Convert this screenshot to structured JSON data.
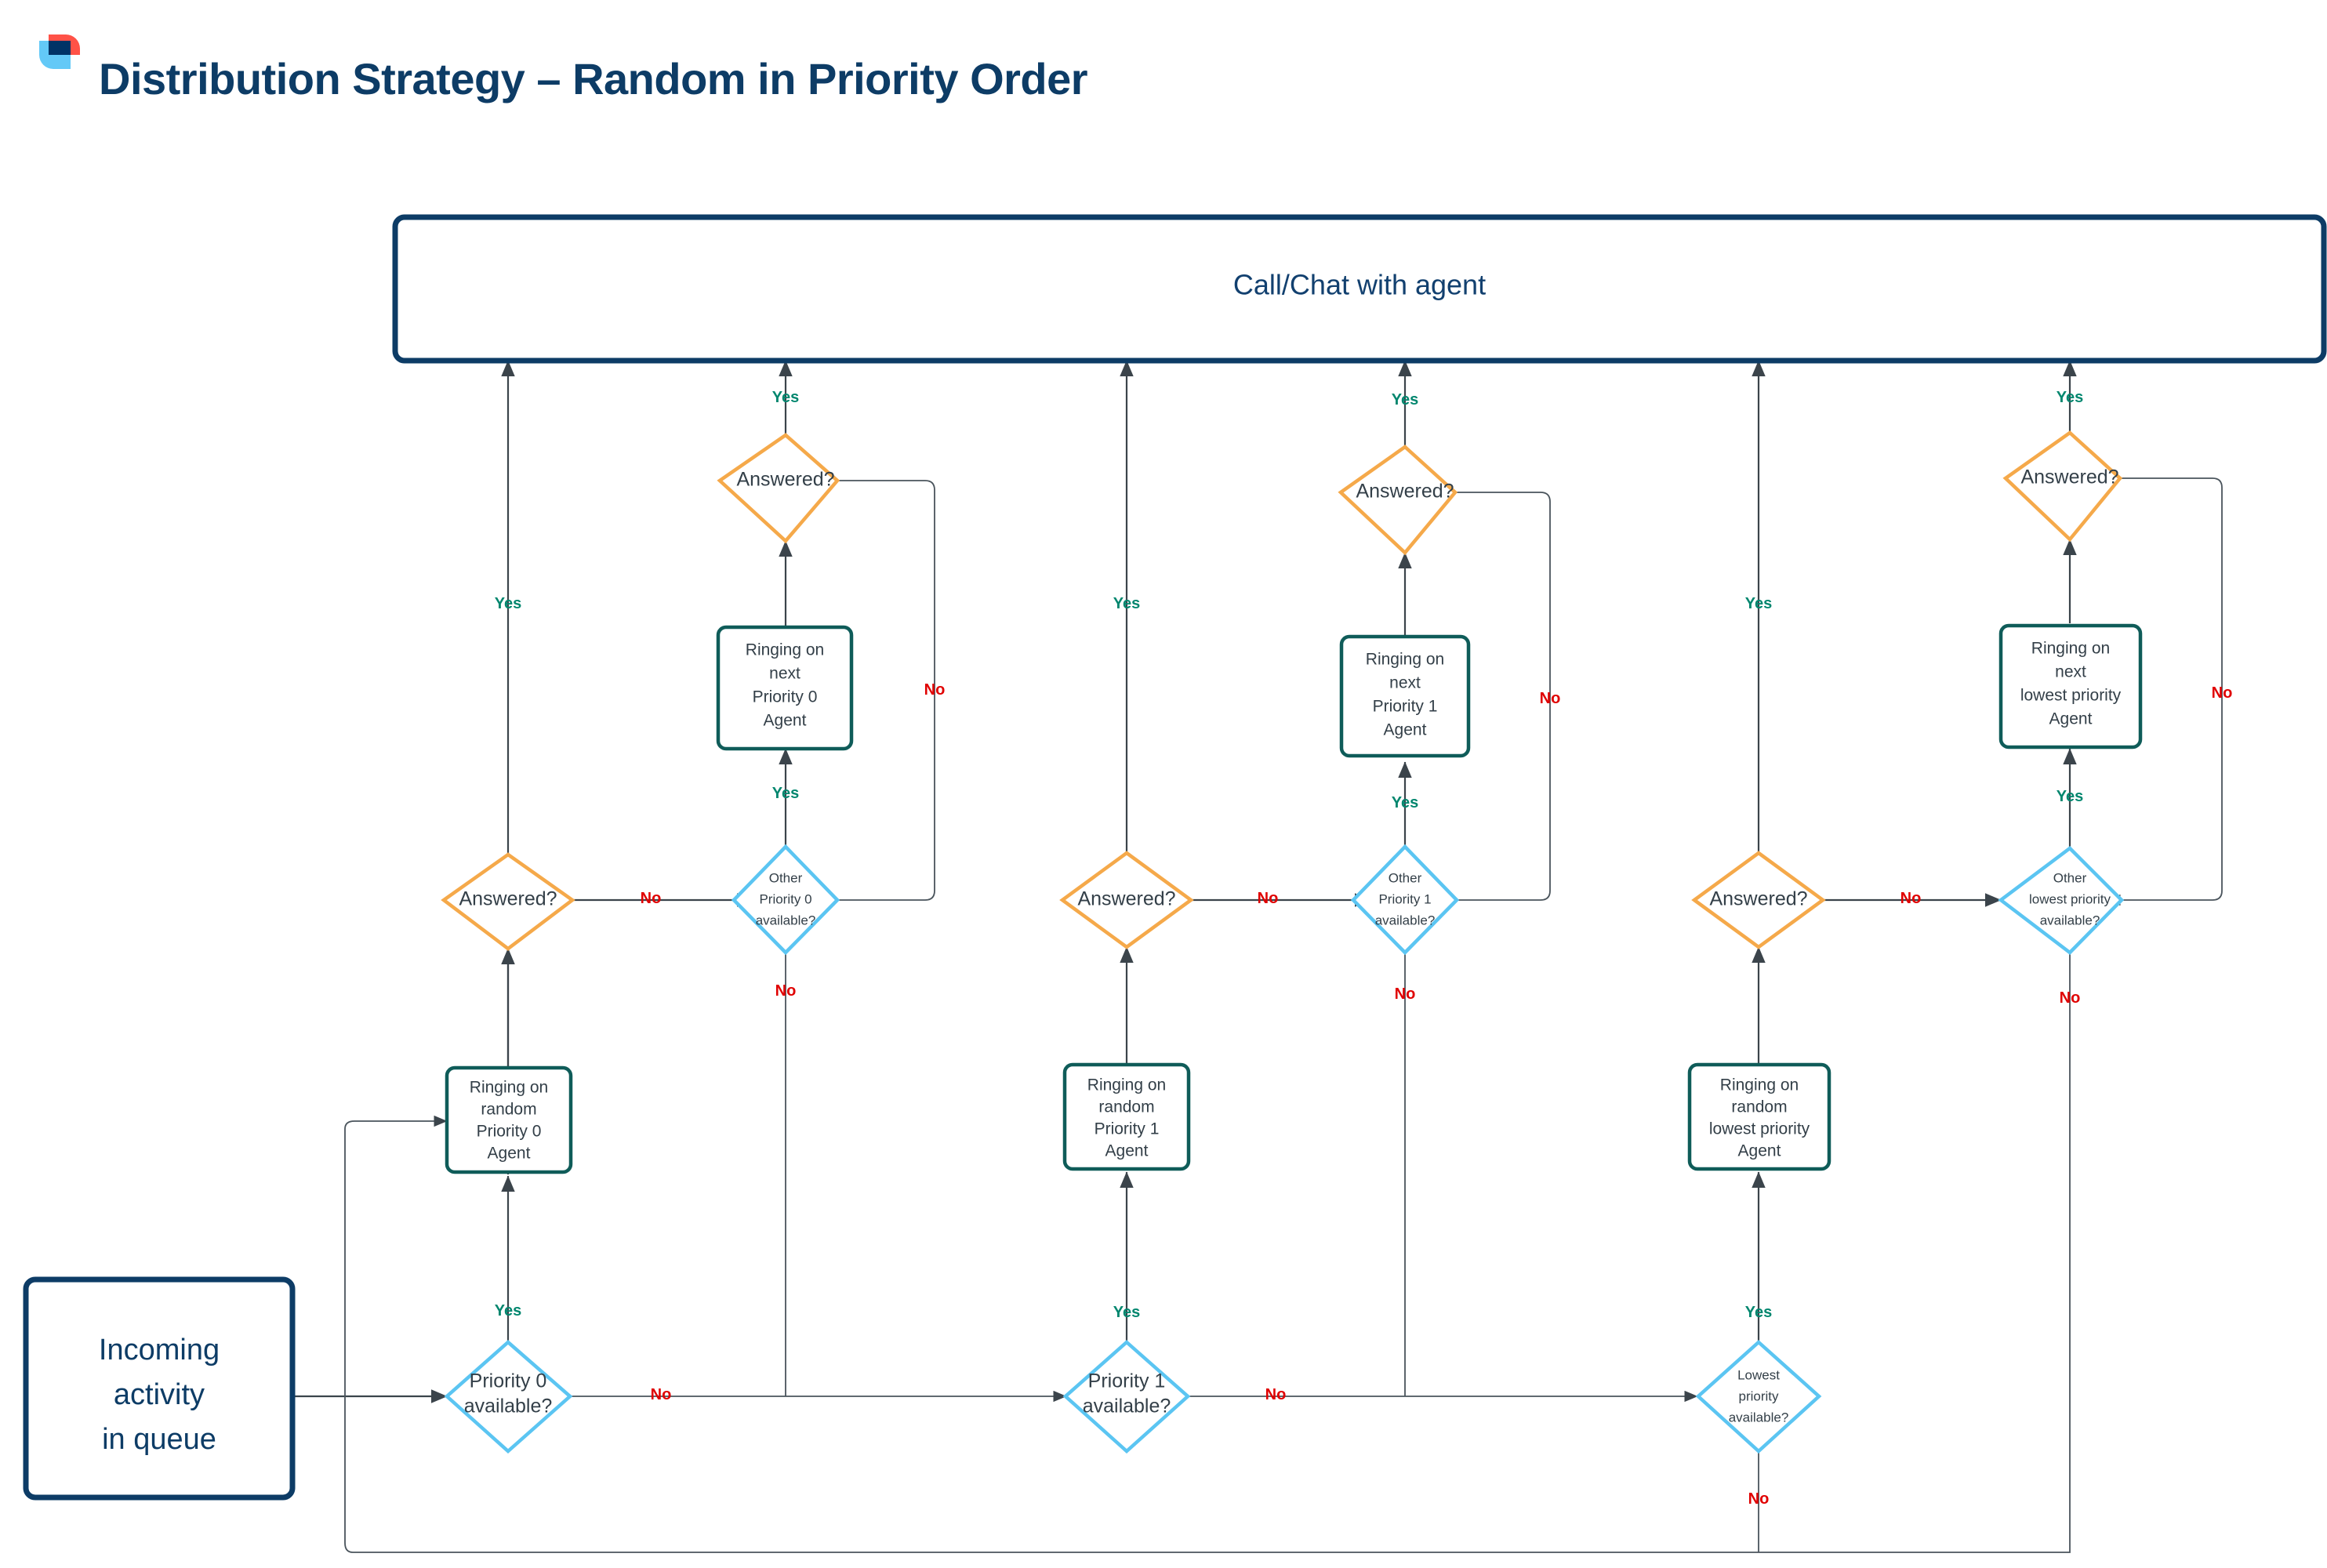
{
  "header": {
    "title": "Distribution Strategy – Random in Priority Order",
    "logo_name": "brand-logo",
    "colors": {
      "logo_red": "#ff5247",
      "logo_lightblue": "#63c9f7",
      "logo_navy": "#003366",
      "title_color": "#0d3c66"
    }
  },
  "palette": {
    "navy": "#0d3c66",
    "teal": "#0f5c59",
    "blue": "#5bc5f2",
    "orange": "#f5a94a",
    "yes": "#00866e",
    "no": "#e00000",
    "edge": "#3b444b",
    "text": "#333f48"
  },
  "chart_data": {
    "type": "diagram",
    "title": "Distribution Strategy – Random in Priority Order",
    "nodes": [
      {
        "id": "start",
        "shape": "rounded-rect",
        "color": "navy",
        "lines": [
          "Incoming",
          "activity",
          "in queue"
        ]
      },
      {
        "id": "terminal",
        "shape": "rounded-rect",
        "color": "navy",
        "lines": [
          "Call/Chat with agent"
        ]
      },
      {
        "id": "p0_avail",
        "shape": "diamond",
        "color": "blue",
        "lines": [
          "Priority 0",
          "available?"
        ]
      },
      {
        "id": "p0_random",
        "shape": "rounded-rect",
        "color": "teal",
        "lines": [
          "Ringing on",
          "random",
          "Priority 0",
          "Agent"
        ]
      },
      {
        "id": "p0_ans1",
        "shape": "diamond",
        "color": "orange",
        "lines": [
          "Answered?"
        ]
      },
      {
        "id": "p0_other",
        "shape": "diamond",
        "color": "blue",
        "lines": [
          "Other",
          "Priority 0",
          "available?"
        ]
      },
      {
        "id": "p0_next",
        "shape": "rounded-rect",
        "color": "teal",
        "lines": [
          "Ringing on",
          "next",
          "Priority 0",
          "Agent"
        ]
      },
      {
        "id": "p0_ans2",
        "shape": "diamond",
        "color": "orange",
        "lines": [
          "Answered?"
        ]
      },
      {
        "id": "p1_avail",
        "shape": "diamond",
        "color": "blue",
        "lines": [
          "Priority 1",
          "available?"
        ]
      },
      {
        "id": "p1_random",
        "shape": "rounded-rect",
        "color": "teal",
        "lines": [
          "Ringing on",
          "random",
          "Priority 1",
          "Agent"
        ]
      },
      {
        "id": "p1_ans1",
        "shape": "diamond",
        "color": "orange",
        "lines": [
          "Answered?"
        ]
      },
      {
        "id": "p1_other",
        "shape": "diamond",
        "color": "blue",
        "lines": [
          "Other",
          "Priority 1",
          "available?"
        ]
      },
      {
        "id": "p1_next",
        "shape": "rounded-rect",
        "color": "teal",
        "lines": [
          "Ringing on",
          "next",
          "Priority 1",
          "Agent"
        ]
      },
      {
        "id": "p1_ans2",
        "shape": "diamond",
        "color": "orange",
        "lines": [
          "Answered?"
        ]
      },
      {
        "id": "lp_avail",
        "shape": "diamond",
        "color": "blue",
        "lines": [
          "Lowest",
          "priority",
          "available?"
        ]
      },
      {
        "id": "lp_random",
        "shape": "rounded-rect",
        "color": "teal",
        "lines": [
          "Ringing on",
          "random",
          "lowest priority",
          "Agent"
        ]
      },
      {
        "id": "lp_ans1",
        "shape": "diamond",
        "color": "orange",
        "lines": [
          "Answered?"
        ]
      },
      {
        "id": "lp_other",
        "shape": "diamond",
        "color": "blue",
        "lines": [
          "Other",
          "lowest priority",
          "available?"
        ]
      },
      {
        "id": "lp_next",
        "shape": "rounded-rect",
        "color": "teal",
        "lines": [
          "Ringing on",
          "next",
          "lowest priority",
          "Agent"
        ]
      },
      {
        "id": "lp_ans2",
        "shape": "diamond",
        "color": "orange",
        "lines": [
          "Answered?"
        ]
      }
    ],
    "edges": [
      {
        "from": "start",
        "to": "p0_avail",
        "label": ""
      },
      {
        "from": "p0_avail",
        "to": "p0_random",
        "label": "Yes"
      },
      {
        "from": "p0_avail",
        "to": "p1_avail",
        "label": "No"
      },
      {
        "from": "p0_random",
        "to": "p0_ans1",
        "label": ""
      },
      {
        "from": "p0_ans1",
        "to": "terminal",
        "label": "Yes"
      },
      {
        "from": "p0_ans1",
        "to": "p0_other",
        "label": "No"
      },
      {
        "from": "p0_other",
        "to": "p0_next",
        "label": "Yes"
      },
      {
        "from": "p0_other",
        "to": "p1_avail",
        "label": "No"
      },
      {
        "from": "p0_next",
        "to": "p0_ans2",
        "label": ""
      },
      {
        "from": "p0_ans2",
        "to": "terminal",
        "label": "Yes"
      },
      {
        "from": "p0_ans2",
        "to": "p0_other",
        "label": "No"
      },
      {
        "from": "p1_avail",
        "to": "p1_random",
        "label": "Yes"
      },
      {
        "from": "p1_avail",
        "to": "lp_avail",
        "label": "No"
      },
      {
        "from": "p1_random",
        "to": "p1_ans1",
        "label": ""
      },
      {
        "from": "p1_ans1",
        "to": "terminal",
        "label": "Yes"
      },
      {
        "from": "p1_ans1",
        "to": "p1_other",
        "label": "No"
      },
      {
        "from": "p1_other",
        "to": "p1_next",
        "label": "Yes"
      },
      {
        "from": "p1_other",
        "to": "lp_avail",
        "label": "No"
      },
      {
        "from": "p1_next",
        "to": "p1_ans2",
        "label": ""
      },
      {
        "from": "p1_ans2",
        "to": "terminal",
        "label": "Yes"
      },
      {
        "from": "p1_ans2",
        "to": "p1_other",
        "label": "No"
      },
      {
        "from": "lp_avail",
        "to": "lp_random",
        "label": "Yes"
      },
      {
        "from": "lp_avail",
        "to": "p0_random",
        "label": "No"
      },
      {
        "from": "lp_random",
        "to": "lp_ans1",
        "label": ""
      },
      {
        "from": "lp_ans1",
        "to": "terminal",
        "label": "Yes"
      },
      {
        "from": "lp_ans1",
        "to": "lp_other",
        "label": "No"
      },
      {
        "from": "lp_other",
        "to": "lp_next",
        "label": "Yes"
      },
      {
        "from": "lp_other",
        "to": "p0_random",
        "label": "No"
      },
      {
        "from": "lp_next",
        "to": "lp_ans2",
        "label": ""
      },
      {
        "from": "lp_ans2",
        "to": "terminal",
        "label": "Yes"
      },
      {
        "from": "lp_ans2",
        "to": "lp_other",
        "label": "No"
      }
    ],
    "labels": {
      "yes": "Yes",
      "no": "No"
    }
  },
  "nodes": {
    "terminal": {
      "line1": "Call/Chat with agent"
    },
    "start": {
      "line1": "Incoming",
      "line2": "activity",
      "line3": "in queue"
    },
    "p0_avail": {
      "line1": "Priority 0",
      "line2": "available?"
    },
    "p0_random": {
      "line1": "Ringing on",
      "line2": "random",
      "line3": "Priority 0",
      "line4": "Agent"
    },
    "p0_ans1": {
      "line1": "Answered?"
    },
    "p0_other": {
      "line1": "Other",
      "line2": "Priority 0",
      "line3": "available?"
    },
    "p0_next": {
      "line1": "Ringing on",
      "line2": "next",
      "line3": "Priority 0",
      "line4": "Agent"
    },
    "p0_ans2": {
      "line1": "Answered?"
    },
    "p1_avail": {
      "line1": "Priority 1",
      "line2": "available?"
    },
    "p1_random": {
      "line1": "Ringing on",
      "line2": "random",
      "line3": "Priority 1",
      "line4": "Agent"
    },
    "p1_ans1": {
      "line1": "Answered?"
    },
    "p1_other": {
      "line1": "Other",
      "line2": "Priority 1",
      "line3": "available?"
    },
    "p1_next": {
      "line1": "Ringing on",
      "line2": "next",
      "line3": "Priority 1",
      "line4": "Agent"
    },
    "p1_ans2": {
      "line1": "Answered?"
    },
    "lp_avail": {
      "line1": "Lowest",
      "line2": "priority",
      "line3": "available?"
    },
    "lp_random": {
      "line1": "Ringing on",
      "line2": "random",
      "line3": "lowest priority",
      "line4": "Agent"
    },
    "lp_ans1": {
      "line1": "Answered?"
    },
    "lp_other": {
      "line1": "Other",
      "line2": "lowest priority",
      "line3": "available?"
    },
    "lp_next": {
      "line1": "Ringing on",
      "line2": "next",
      "line3": "lowest priority",
      "line4": "Agent"
    },
    "lp_ans2": {
      "line1": "Answered?"
    }
  },
  "edge_labels": {
    "e1_yes": "Yes",
    "e1_no": "No",
    "e2_yes": "Yes",
    "e2_no": "No",
    "e3_yes": "Yes",
    "e3_no": "No",
    "e4_yes": "Yes",
    "e4_no": "No",
    "e5_yes": "Yes",
    "e5_no": "No",
    "e6_yes": "Yes",
    "e6_no": "No",
    "e7_yes": "Yes",
    "e7_no": "No",
    "e8_yes": "Yes",
    "e8_no": "No",
    "e9_yes": "Yes",
    "e9_no": "No",
    "e10_yes": "Yes",
    "e10_no": "No",
    "e11_yes": "Yes",
    "e11_no": "No",
    "e12_yes": "Yes",
    "e12_no": "No",
    "e13_no": "No",
    "e14_no": "No",
    "e15_no": "No"
  }
}
